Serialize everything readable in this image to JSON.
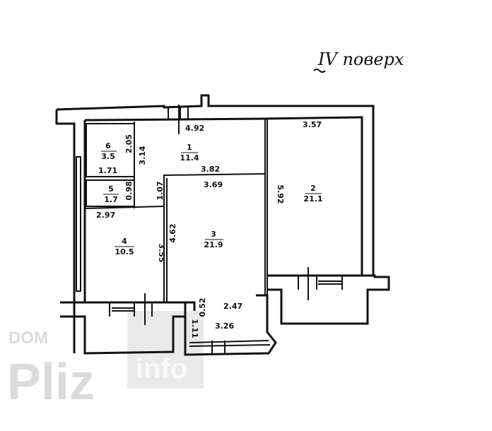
{
  "heading": {
    "floor": "IV поверх"
  },
  "rooms": [
    {
      "number": "1",
      "area": "11.4"
    },
    {
      "number": "2",
      "area": "21.1"
    },
    {
      "number": "3",
      "area": "21.9"
    },
    {
      "number": "4",
      "area": "10.5"
    },
    {
      "number": "5",
      "area": "1.7"
    },
    {
      "number": "6",
      "area": "3.5"
    }
  ],
  "dimensions": {
    "d492": "4.92",
    "d357": "3.57",
    "d205": "2.05",
    "d171": "1.71",
    "d314": "3.14",
    "d382": "3.82",
    "d369": "3.69",
    "d098": "0.98",
    "d107": "1.07",
    "d592": "5.92",
    "d297": "2.97",
    "d462": "4.62",
    "d355": "3.55",
    "d052": "0.52",
    "d247": "2.47",
    "d111": "1.11",
    "d326": "3.26"
  },
  "watermark": {
    "line1": "DOM",
    "line2": "Pliz",
    "line3": "info"
  }
}
